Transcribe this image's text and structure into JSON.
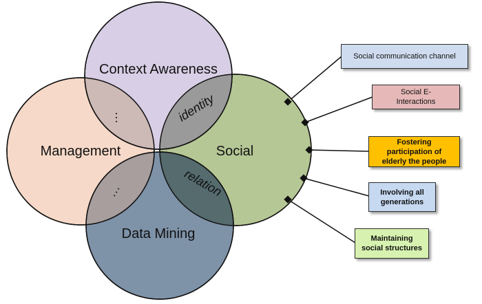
{
  "circles": {
    "context": {
      "label": "Context Awareness",
      "fill": "#d8cfe6"
    },
    "management": {
      "label": "Management",
      "fill": "#f6d9c8"
    },
    "social": {
      "label": "Social",
      "fill": "#b5c795"
    },
    "datamining": {
      "label": "Data Mining",
      "fill": "#7e92a8"
    }
  },
  "overlaps": {
    "identity": "identity",
    "relation": "relation",
    "dots_top": "…",
    "dots_bottom": "…"
  },
  "boxes": [
    {
      "text": "Social  communication channel",
      "fill": "#cfdcef"
    },
    {
      "text": "Social E-\nInteractions",
      "fill": "#e6b9b8"
    },
    {
      "text": "Fostering\nparticipation of\nelderly the people",
      "fill": "#ffc000"
    },
    {
      "text": "Involving all\ngenerations",
      "fill": "#c6d9f1"
    },
    {
      "text": "Maintaining\nsocial structures",
      "fill": "#d7f2b0"
    }
  ]
}
